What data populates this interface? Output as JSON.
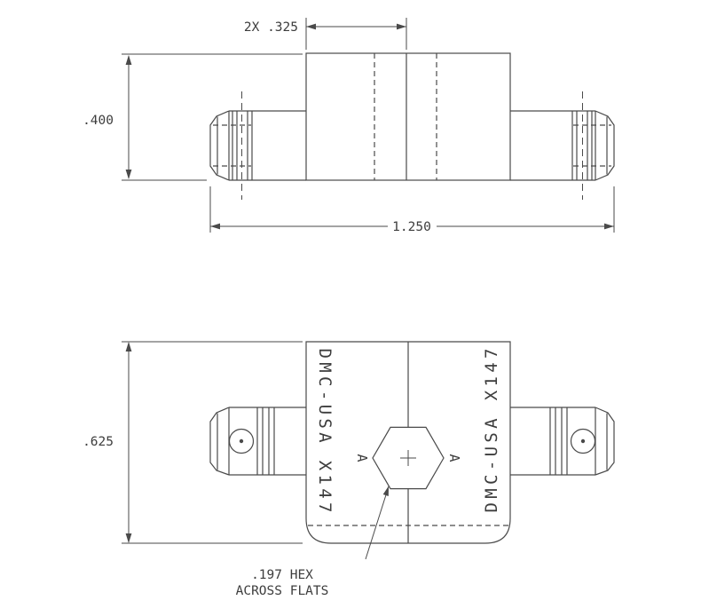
{
  "colors": {
    "background": "#ffffff",
    "line": "#4a4a4a",
    "text": "#3d3d3d"
  },
  "top_view": {
    "dim_port_depth": "2X .325",
    "dim_body_height": ".400",
    "dim_overall_length": "1.250"
  },
  "bottom_view": {
    "dim_body_depth": ".625",
    "stamp_left": "DMC-USA X147",
    "stamp_right": "DMC-USA X147",
    "datum_left": "A",
    "datum_right": "A",
    "hex_note_line1": ".197 HEX",
    "hex_note_line2": "ACROSS FLATS"
  }
}
